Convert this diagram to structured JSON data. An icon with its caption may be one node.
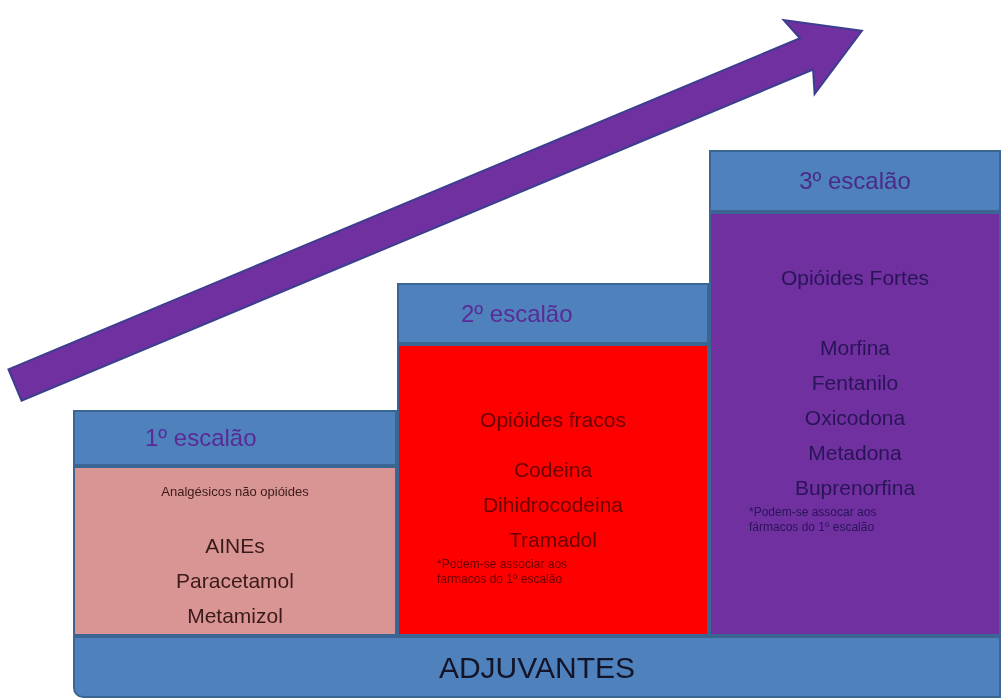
{
  "diagram": {
    "nodes": [
      {
        "text": [
          "1º escalão"
        ]
      },
      {
        "text": [
          "Analgésicos não opióides",
          "AINEs",
          "Paracetamol",
          "Metamizol"
        ]
      },
      {
        "text": [
          "2º escalão"
        ]
      },
      {
        "text": [
          "Opióides fracos",
          "Codeina",
          "Dihidrocodeina",
          "Tramadol",
          "*Podem-se associar aos farmacos do 1º escalão"
        ]
      },
      {
        "text": [
          "3º escalão"
        ]
      },
      {
        "text": [
          "Opióides Fortes",
          "Morfina",
          "Fentanilo",
          "Oxicodona",
          "Metadona",
          "Buprenorfina",
          "*Podem-se assocar aos fármacos do 1º escalão"
        ]
      },
      {
        "text": [
          "ADJUVANTES"
        ]
      }
    ],
    "edges": []
  }
}
